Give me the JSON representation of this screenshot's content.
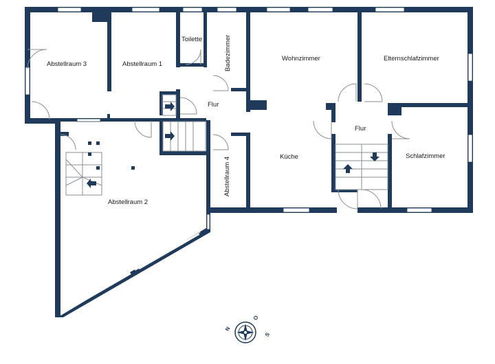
{
  "colors": {
    "wall": "#1f3a5a",
    "door_line": "#8a8f96",
    "window": "#ffffff",
    "background": "#ffffff",
    "text": "#1a1a1a"
  },
  "rooms": {
    "abstellraum3": "Abstellraum 3",
    "abstellraum1": "Abstellraum 1",
    "toilette": "Toilette",
    "badezimmer": "Badezimmer",
    "wohnzimmer": "Wohnzimmer",
    "elternschlafzimmer": "Elternschlafzimmer",
    "flur_left": "Flur",
    "flur_right": "Flur",
    "kueche": "Küche",
    "schlafzimmer": "Schlafzimmer",
    "abstellraum4": "Abstellraum 4",
    "abstellraum2": "Abstellraum 2"
  },
  "compass": {
    "north": "N",
    "east": "O",
    "south": "S"
  }
}
